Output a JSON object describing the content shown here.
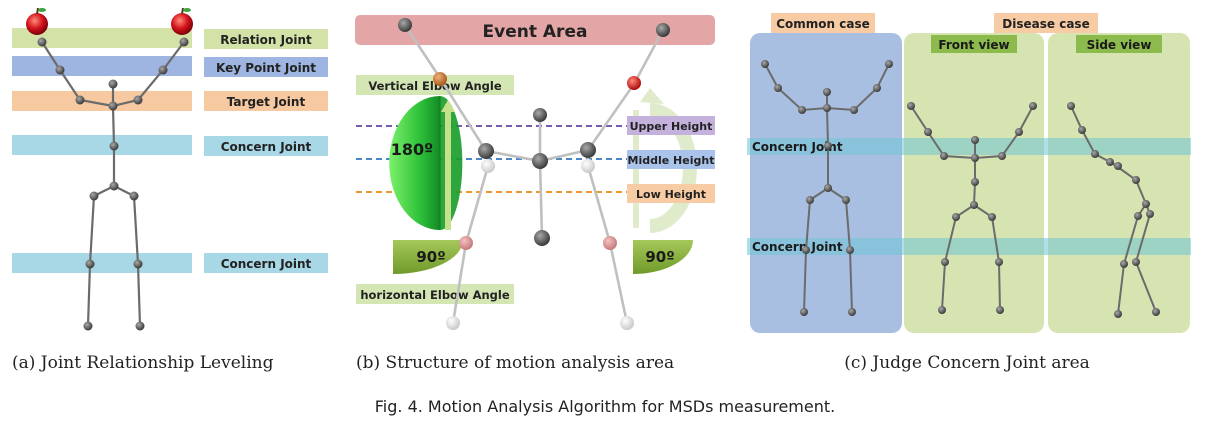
{
  "panel_a": {
    "legend": {
      "relation": "Relation Joint",
      "keypoint": "Key Point Joint",
      "target": "Target Joint",
      "concern1": "Concern Joint",
      "concern2": "Concern Joint"
    },
    "caption": "(a) Joint Relationship Leveling"
  },
  "panel_b": {
    "event_area": "Event Area",
    "vertical_angle_label": "Vertical Elbow Angle",
    "horizontal_angle_label": "horizontal Elbow Angle",
    "angle_180": "180º",
    "angle_90_left": "90º",
    "angle_90_right": "90º",
    "upper_height": "Upper Height",
    "middle_height": "Middle Height",
    "low_height": "Low Height",
    "caption": "(b) Structure of motion analysis area"
  },
  "panel_c": {
    "common_case": "Common case",
    "disease_case": "Disease case",
    "front_view": "Front view",
    "side_view": "Side view",
    "concern_joint_1": "Concern Joint",
    "concern_joint_2": "Concern Joint",
    "caption": "(c) Judge Concern Joint area"
  },
  "figure_caption": "Fig. 4. Motion Analysis Algorithm for MSDs measurement.",
  "colors": {
    "relation": "#d3e3a8",
    "keypoint": "#9db5e0",
    "target": "#f7c9a0",
    "concern": "#a8d8e6",
    "event_area": "#e3a5a5",
    "vertical_label_bg": "#d5e6b5",
    "upper": "#c4b2dc",
    "middle": "#a9c3ea",
    "low": "#f7cba3",
    "common_panel": "#a8bfe2",
    "disease_panel": "#d6e4b2",
    "view_label": "#8cba4c"
  }
}
